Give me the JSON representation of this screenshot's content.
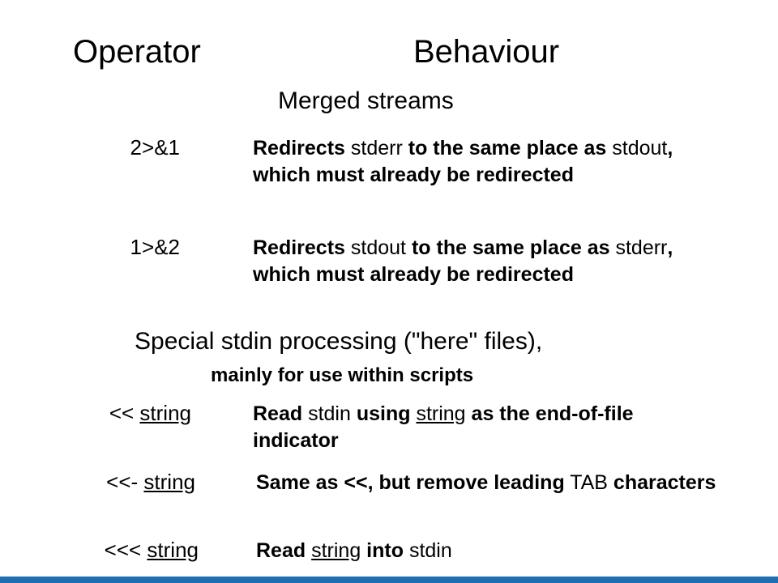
{
  "header": {
    "operator": "Operator",
    "behaviour": "Behaviour"
  },
  "merged": {
    "title": "Merged streams",
    "rows": [
      {
        "op": "2>&1",
        "desc": {
          "a": "Redirects",
          "b": " stderr ",
          "c": "to the same place as",
          "d": "stdout",
          "e": ", which must already be redirected"
        }
      },
      {
        "op": "1>&2",
        "desc": {
          "a": "Redirects",
          "b": " stdout ",
          "c": "to the same place as",
          "d": "stderr",
          "e": ", which must already be redirected"
        }
      }
    ]
  },
  "here": {
    "title": "Special stdin processing (\"here\" files),",
    "subtitle": "mainly for use within scripts",
    "rows": [
      {
        "op_prefix": "<< ",
        "op_word": "string",
        "desc": {
          "a": "Read",
          "b": " stdin ",
          "c": "using ",
          "d": "string",
          "e": " as the end-of-file indicator"
        }
      },
      {
        "op_prefix": "<<- ",
        "op_word": "string",
        "desc": {
          "a": "Same as <<, but remove leading",
          "b": " TAB",
          "c": " characters"
        }
      },
      {
        "op_prefix": "<<< ",
        "op_word": "string",
        "desc": {
          "a": "Read ",
          "b": "string",
          "c": " into",
          "d": " stdin"
        }
      }
    ]
  },
  "colors": {
    "accent_bar": "#1f6fb0"
  }
}
